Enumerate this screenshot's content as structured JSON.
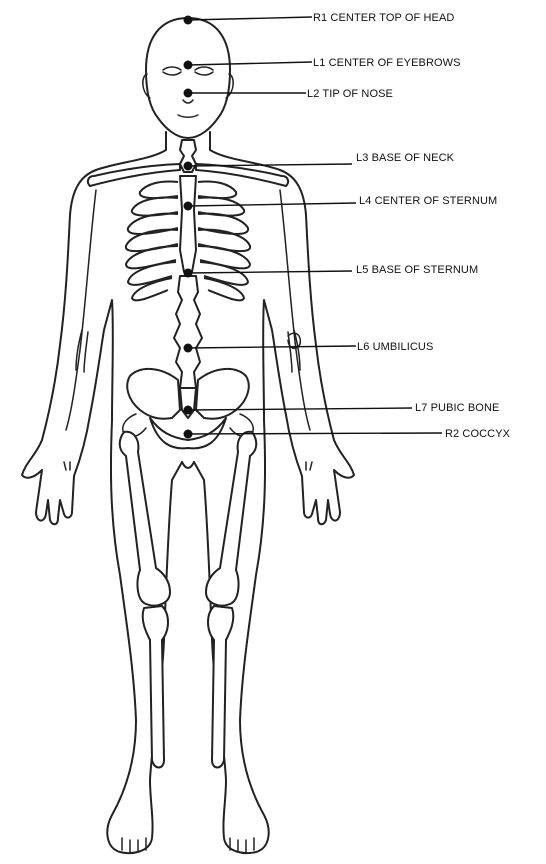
{
  "points": [
    {
      "id": "r1",
      "label": "R1 CENTER TOP OF HEAD"
    },
    {
      "id": "l1",
      "label": "L1 CENTER OF EYEBROWS"
    },
    {
      "id": "l2",
      "label": "L2 TIP OF NOSE"
    },
    {
      "id": "l3",
      "label": "L3 BASE OF NECK"
    },
    {
      "id": "l4",
      "label": "L4 CENTER OF STERNUM"
    },
    {
      "id": "l5",
      "label": "L5 BASE OF STERNUM"
    },
    {
      "id": "l6",
      "label": "L6 UMBILICUS"
    },
    {
      "id": "l7",
      "label": "L7 PUBIC BONE"
    },
    {
      "id": "r2",
      "label": "R2 COCCYX"
    }
  ]
}
